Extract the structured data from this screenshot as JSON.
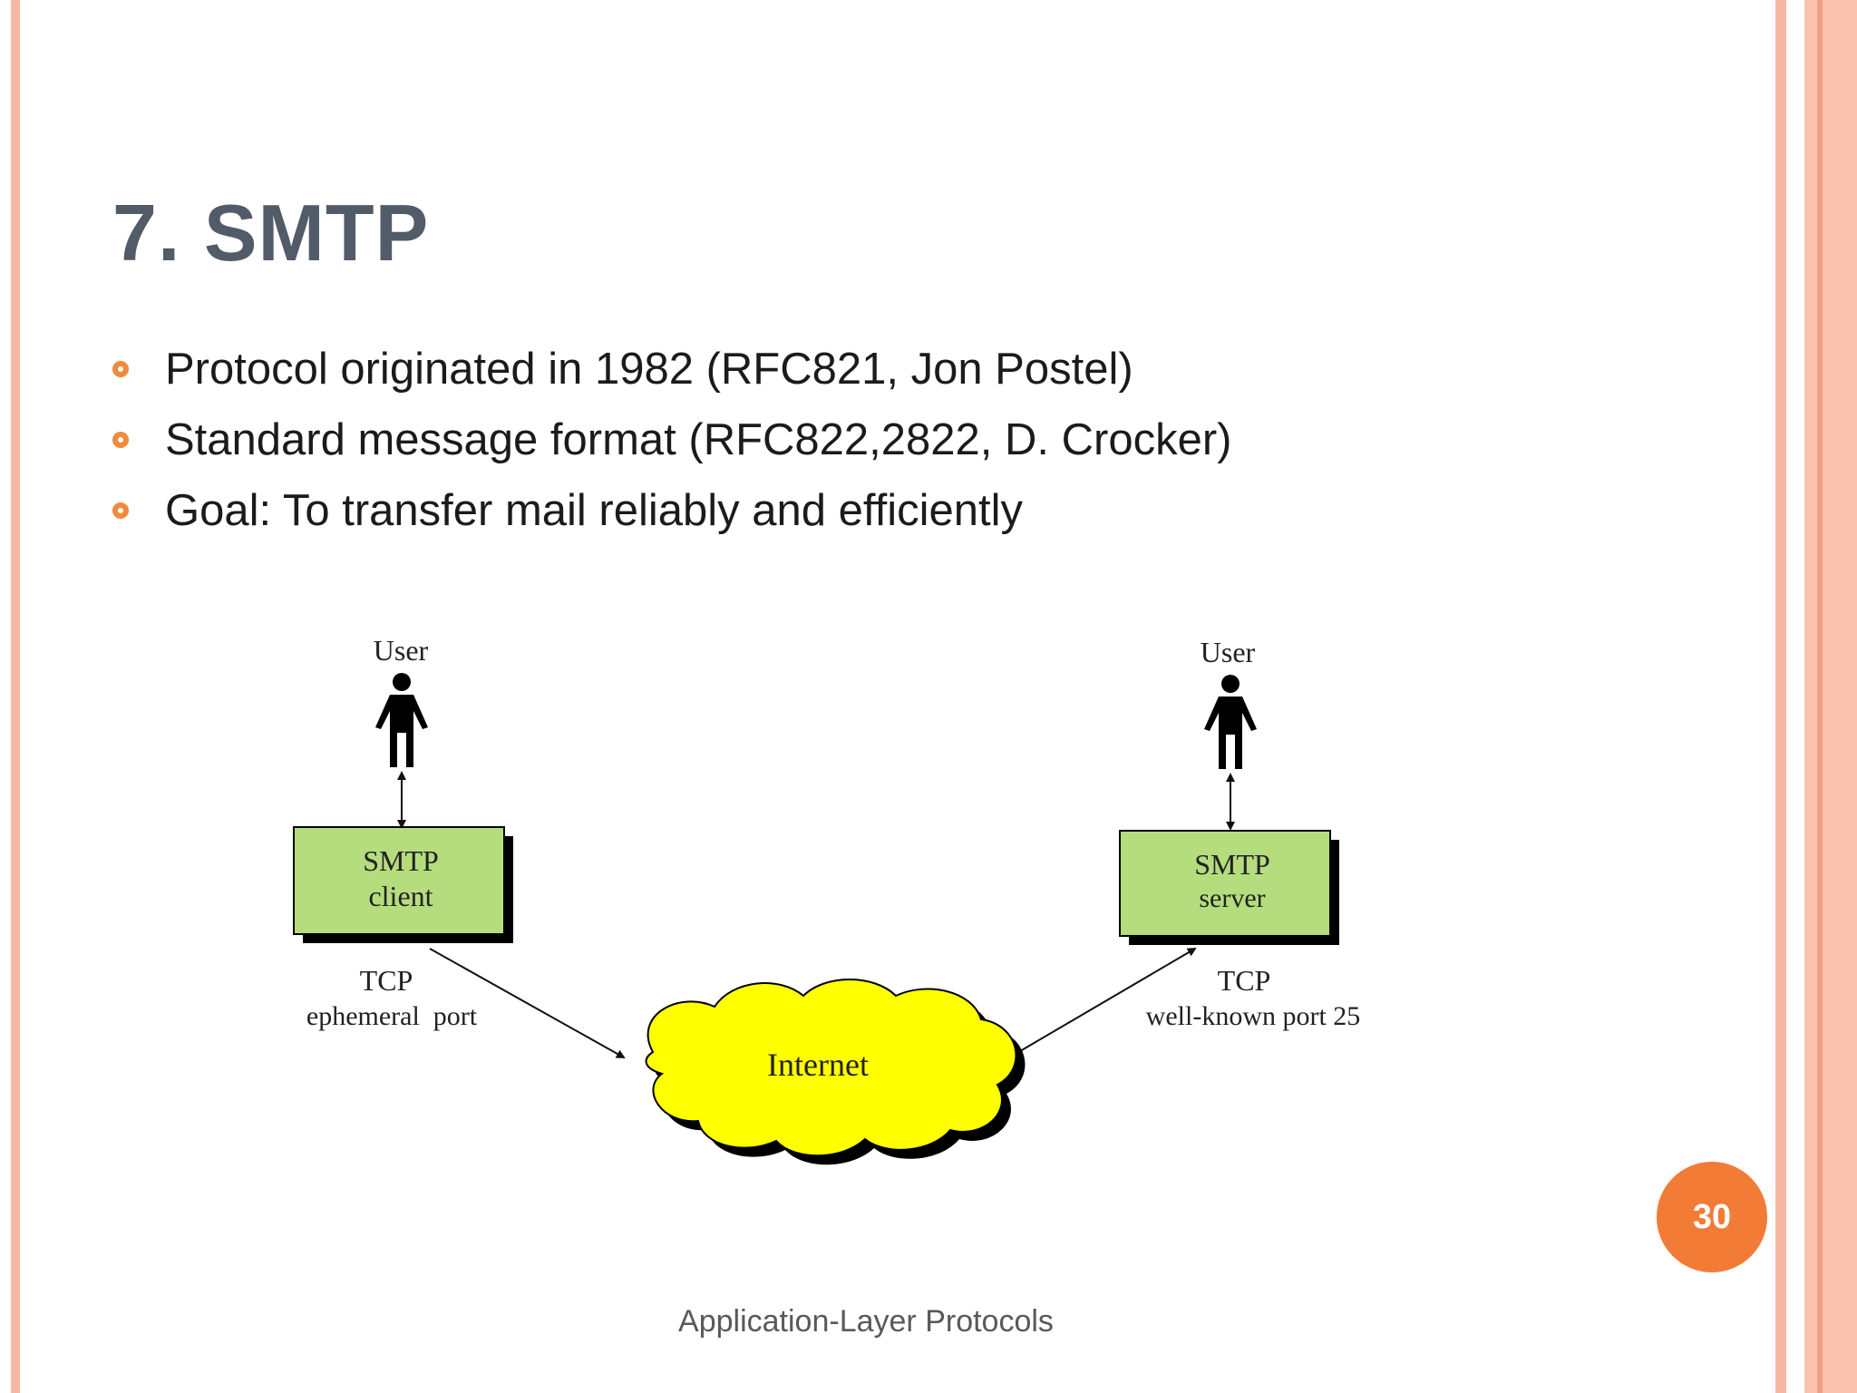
{
  "slide": {
    "title": "7. SMTP",
    "bullets": [
      "Protocol originated in 1982 (RFC821, Jon Postel)",
      "Standard message format (RFC822,2822, D. Crocker)",
      "Goal: To transfer mail reliably and efficiently"
    ],
    "page_number": "30",
    "footer": "Application-Layer Protocols"
  },
  "diagram": {
    "left_user": "User",
    "right_user": "User",
    "client_line1": "SMTP",
    "client_line2": "client",
    "server_line1": "SMTP",
    "server_line2": "server",
    "client_tcp": "TCP",
    "client_port": "ephemeral  port",
    "server_tcp": "TCP",
    "server_port": "well-known port 25",
    "cloud_label": "Internet"
  },
  "colors": {
    "title": "#525b68",
    "bullet_accent": "#f08a3c",
    "badge": "#f27b36",
    "box_fill": "#b5dd7e",
    "cloud_fill": "#ffff00"
  }
}
